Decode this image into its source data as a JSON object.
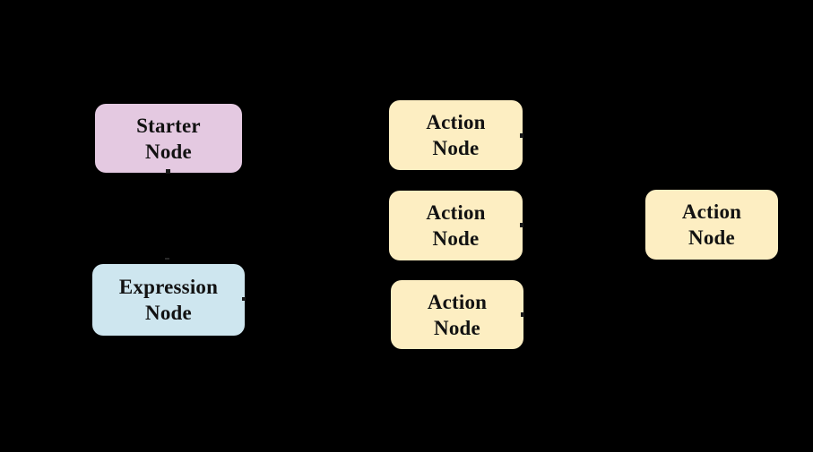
{
  "diagram": {
    "background_color": "#000000",
    "text_color": "#121212",
    "nodes": [
      {
        "id": "starter-node",
        "label": "Starter\nNode",
        "fill": "#e4c9e1"
      },
      {
        "id": "expression-node",
        "label": "Expression\nNode",
        "fill": "#cee6ef"
      },
      {
        "id": "action-node-1",
        "label": "Action\nNode",
        "fill": "#fdeec2"
      },
      {
        "id": "action-node-2",
        "label": "Action\nNode",
        "fill": "#fdeec2"
      },
      {
        "id": "action-node-3",
        "label": "Action\nNode",
        "fill": "#fdeec2"
      },
      {
        "id": "action-node-right",
        "label": "Action\nNode",
        "fill": "#fdeec2"
      }
    ]
  }
}
